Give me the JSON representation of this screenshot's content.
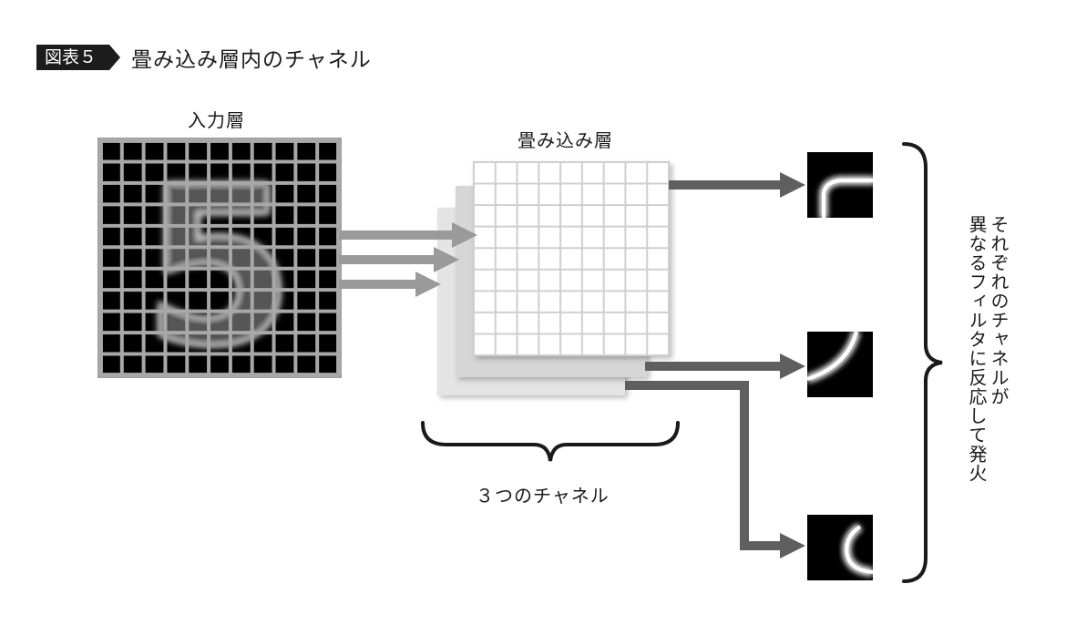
{
  "figure": {
    "number": "図表５",
    "title": "畳み込み層内のチャネル"
  },
  "input_layer": {
    "label": "入力層",
    "glyph": "5"
  },
  "conv_layer": {
    "label": "畳み込み層",
    "channel_count_label": "３つのチャネル"
  },
  "outputs": {
    "caption_line1": "それぞれのチャネルが",
    "caption_line2": "異なるフィルタに反応して発火"
  },
  "colors": {
    "arrow_input": "#9a9a9a",
    "arrow_output": "#5f5f5f",
    "grid_line": "#cfcfcf",
    "sheet_back": "#e4e4e4",
    "sheet_mid": "#d6d6d6"
  }
}
